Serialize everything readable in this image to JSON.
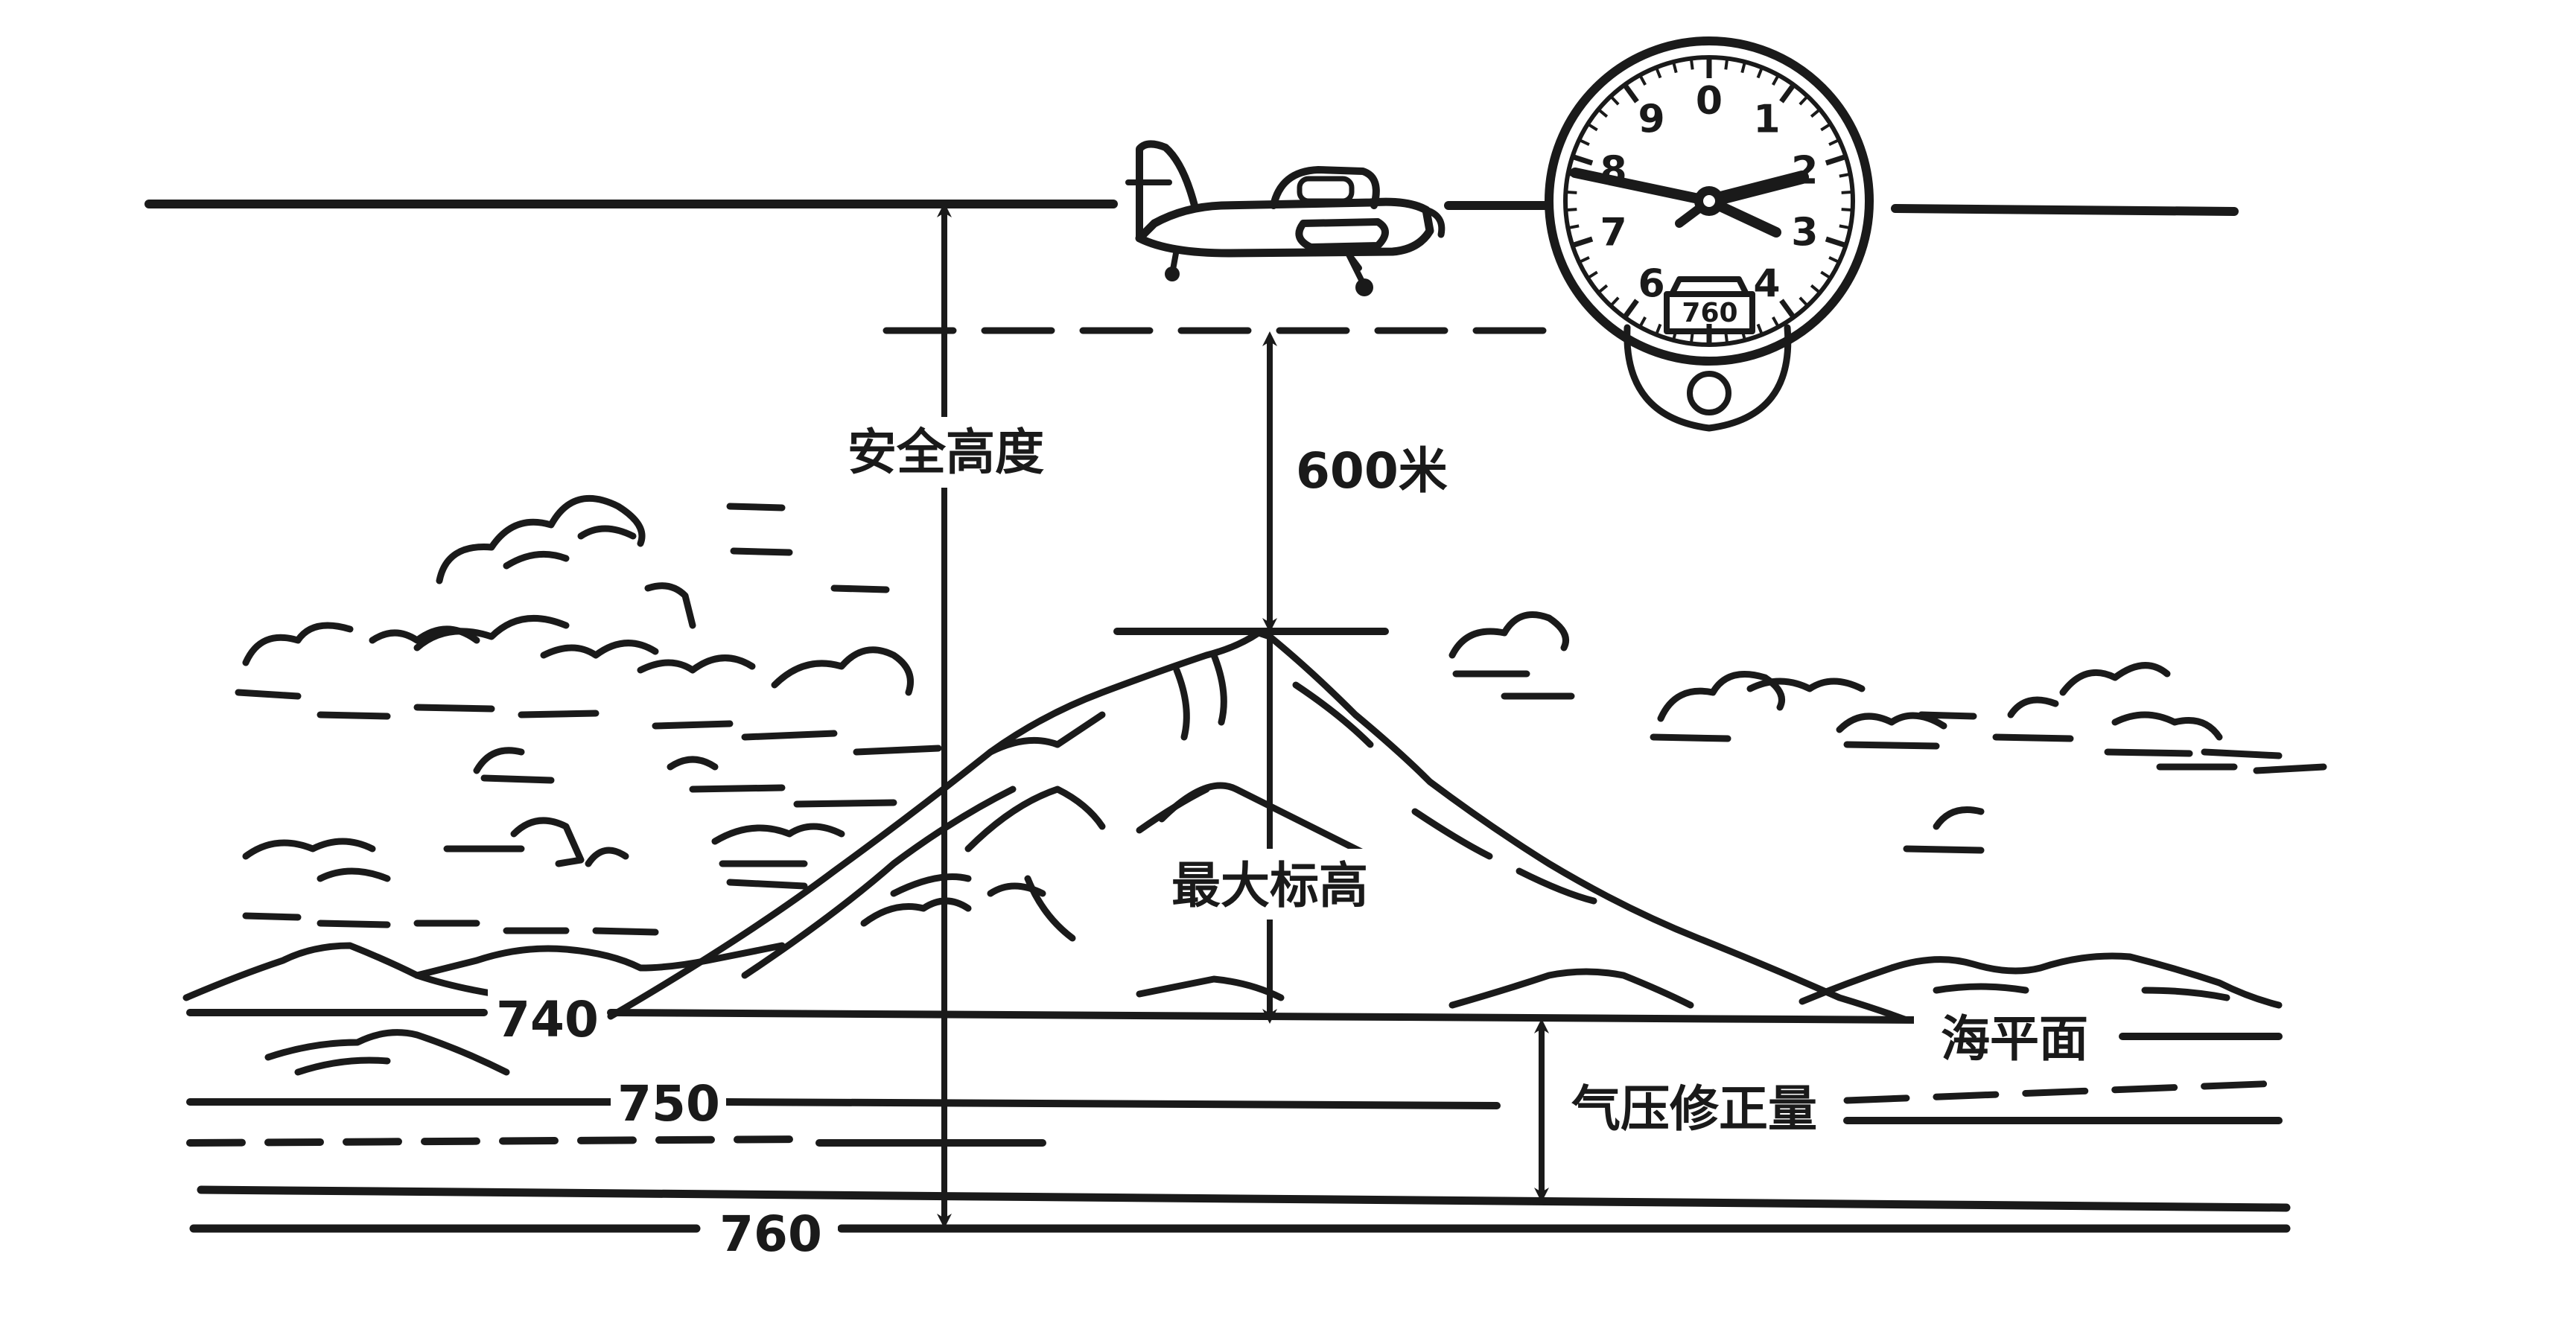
{
  "labels": {
    "safe_altitude": "安全高度",
    "clearance": "600米",
    "max_elevation": "最大标高",
    "sea_level": "海平面",
    "pressure_correction": "气压修正量",
    "pressure_740": "740",
    "pressure_750": "750",
    "pressure_760": "760"
  },
  "altimeter": {
    "dial_numbers": [
      "9",
      "0",
      "1",
      "2",
      "3",
      "4",
      "6",
      "7",
      "8"
    ],
    "window_text": "760"
  },
  "colors": {
    "ink": "#1a1a1a",
    "background": "#ffffff"
  },
  "icons": {
    "aircraft": "airplane-icon",
    "altimeter": "altimeter-icon"
  }
}
